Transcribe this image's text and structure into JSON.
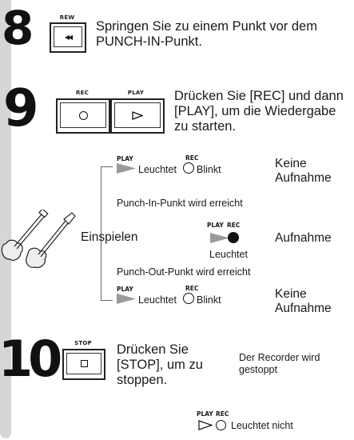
{
  "steps": [
    {
      "number": "8",
      "button_label": "REW",
      "text": "Springen Sie zu einem Punkt vor dem PUNCH-IN-Punkt."
    },
    {
      "number": "9",
      "rec_label": "REC",
      "play_label": "PLAY",
      "text": "Drücken Sie [REC] und dann [PLAY], um die Wiedergabe zu starten."
    },
    {
      "number": "10",
      "button_label": "STOP",
      "text": "Drücken Sie [STOP], um zu stoppen."
    }
  ],
  "diagram": {
    "play_label": "PLAY",
    "rec_label": "REC",
    "play_rec_label": "PLAY REC",
    "row1": {
      "play_state": "Leuchtet",
      "rec_state": "Blinkt",
      "result": "Keine Aufnahme"
    },
    "punch_in": "Punch-In-Punkt wird erreicht",
    "row2": {
      "performer": "Einspielen",
      "state": "Leuchtet",
      "result": "Aufnahme"
    },
    "punch_out": "Punch-Out-Punkt wird erreicht",
    "row3": {
      "play_state": "Leuchtet",
      "rec_state": "Blinkt",
      "result": "Keine Aufnahme"
    }
  },
  "stop_info": {
    "status": "Der Recorder wird gestoppt",
    "play_rec_label": "PLAY REC",
    "state": "Leuchtet nicht"
  },
  "colors": {
    "sidebar": "#d6d6d6",
    "play_indicator": "#9a9a9a",
    "rec_indicator_on": "#111111"
  }
}
